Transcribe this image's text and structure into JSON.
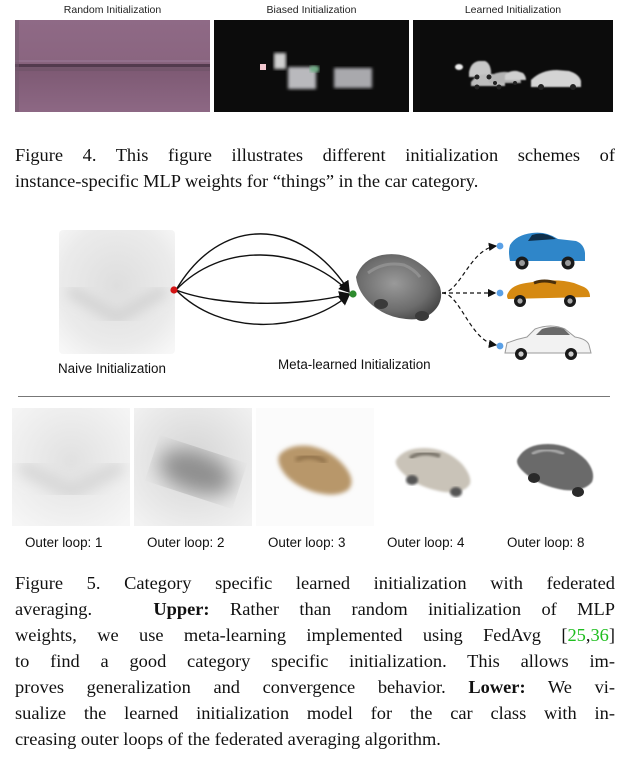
{
  "figure4": {
    "panels": [
      {
        "title": "Random Initialization"
      },
      {
        "title": "Biased Initialization"
      },
      {
        "title": "Learned Initialization"
      }
    ],
    "caption_lines": [
      "Figure 4.  This figure illustrates different initialization schemes of",
      "instance-specific MLP weights for “things” in the car category."
    ]
  },
  "figure5": {
    "upper": {
      "naive_label": "Naive Initialization",
      "meta_label": "Meta-learned Initialization",
      "car_colors": [
        "#2f86c9",
        "#d68a12",
        "#f2f2f2"
      ]
    },
    "lower": {
      "labels": [
        "Outer loop: 1",
        "Outer loop: 2",
        "Outer loop: 3",
        "Outer loop: 4",
        "Outer loop: 8"
      ]
    },
    "caption": {
      "line1": "Figure 5.  Category specific learned initialization with federated",
      "line2": "averaging.",
      "upper_bold": "Upper:",
      "line2_rest": "Rather than random initialization of MLP",
      "line3_pre": "weights, we use meta-learning implemented using FedAvg [",
      "ref1": "25",
      "ref_sep": ",",
      "ref2": "36",
      "line3_post": "]",
      "line4": "to find a good category specific initialization.  This allows im-",
      "line5_pre": "proves generalization and convergence behavior.",
      "lower_bold": "Lower:",
      "line5_post": "We vi-",
      "line6": "sualize the learned initialization model for the car class with in-",
      "line7": "creasing outer loops of the federated averaging algorithm."
    }
  },
  "colors": {
    "reference_link": "#1fbe1f",
    "dot_red": "#d21414",
    "dot_green": "#2e8b2e",
    "dot_blue": "#5aa0e6"
  }
}
